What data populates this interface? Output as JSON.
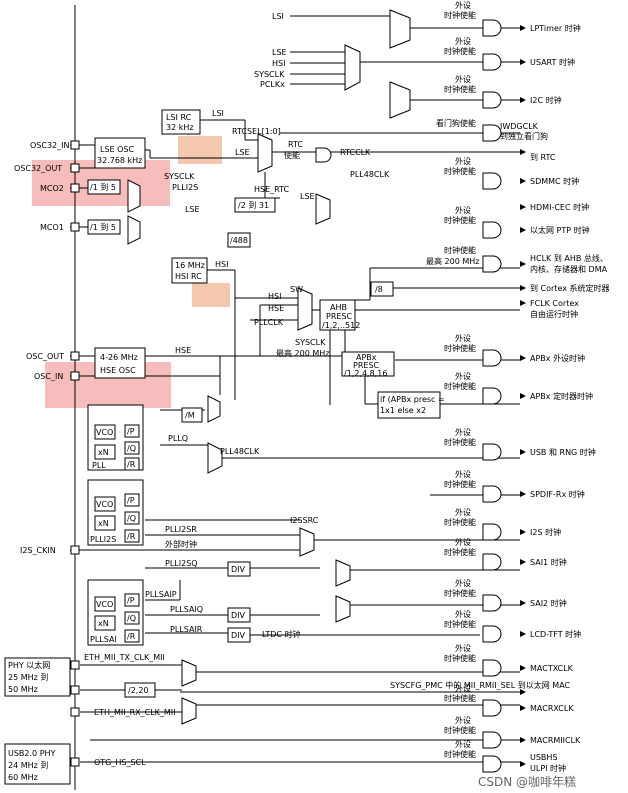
{
  "pins": {
    "osc32_in": "OSC32_IN",
    "osc32_out": "OSC32_OUT",
    "mco2": "MCO2",
    "mco1": "MCO1",
    "osc_out": "OSC_OUT",
    "osc_in": "OSC_IN",
    "i2s_ckin": "I2S_CKIN"
  },
  "blocks": {
    "lsi_rc_1": "LSI RC",
    "lsi_rc_2": "32 kHz",
    "lse_osc_1": "LSE OSC",
    "lse_osc_2": "32.768 kHz",
    "div_mco2": "/1 到 5",
    "div_mco1": "/1 到 5",
    "hsi_rc_1": "16 MHz",
    "hsi_rc_2": "HSI RC",
    "hse_osc_1": "4-26 MHz",
    "hse_osc_2": "HSE OSC",
    "div_2_31": "/2 到 31",
    "div_488": "/488",
    "div_m": "/M",
    "div_8": "/8",
    "ahb_1": "AHB",
    "ahb_2": "PRESC",
    "ahb_3": "/1,2,..512",
    "apb_1": "APBx",
    "apb_2": "PRESC",
    "apb_3": "/1,2,4,8,16",
    "apb_if_1": "if (APBx presc =",
    "apb_if_2": "1x1 else x2",
    "pll_vco": "VCO",
    "pll_xn": "xN",
    "pll_p": "/P",
    "pll_q": "/Q",
    "pll_r": "/R",
    "pll_name": "PLL",
    "plli2s_name": "PLLI2S",
    "pllsai_name": "PLLSAI",
    "div_i2sq": "DIV",
    "div_saiq": "DIV",
    "div_sair": "DIV",
    "div_2_20": "/2,20",
    "phy_1": "PHY 以太网",
    "phy_2": "25 MHz 到",
    "phy_3": "50 MHz",
    "usb_phy_1": "USB2.0 PHY",
    "usb_phy_2": "24 MHz 到",
    "usb_phy_3": "60 MHz"
  },
  "signals": {
    "lsi_top": "LSI",
    "lse_top": "LSE",
    "hsi_top": "HSI",
    "sysclk_top": "SYSCLK",
    "pclkx": "PCLKx",
    "lsi": "LSI",
    "rtcsel": "RTCSEL[1:0]",
    "lse": "LSE",
    "hse_rtc": "HSE_RTC",
    "sysclk": "SYSCLK",
    "plli2s": "PLLI2S",
    "lse_b": "LSE",
    "pll48clk_top": "PLL48CLK",
    "lse_c": "LSE",
    "hsi": "HSI",
    "hsi_sw": "HSI",
    "hse_sw": "HSE",
    "pllclk": "PLLCLK",
    "sw": "SW",
    "hse": "HSE",
    "sysclk_b": "SYSCLK",
    "sysclk_max": "最高 200 MHz",
    "pllq": "PLLQ",
    "pll48clk": "PLL48CLK",
    "plli2sr": "PLLI2SR",
    "ext_clk": "外部时钟",
    "i2ssrc": "I2SSRC",
    "plli2sq": "PLLI2SQ",
    "pllsaip": "PLLSAIP",
    "pllsaiq": "PLLSAIQ",
    "pllsair": "PLLSAIR",
    "ltdc_clk": "LTDC 时钟",
    "eth_tx": "ETH_MII_TX_CLK_MII",
    "eth_rx": "ETH_MII_RX_CLK_MII",
    "syscfg": "SYSCFG_PMC 中的 MII_RMII_SEL 到以太网 MAC",
    "otg_hs": "OTG_HS_SCL",
    "rtc_en": "RTC",
    "rtc_en2": "使能",
    "wdg_en": "看门狗使能",
    "ahb_en": "时钟使能",
    "ahb_max": "最高 200 MHz"
  },
  "gate_label_1": "外设",
  "gate_label_2": "时钟使能",
  "outputs": {
    "lptimer": "LPTimer 时钟",
    "usart": "USART 时钟",
    "i2c": "I2C 时钟",
    "iwdgclk": "IWDGCLK",
    "iwdg_desc": "到独立看门狗",
    "rtcclk": "RTCCLK",
    "to_rtc": "到 RTC",
    "sdmmc": "SDMMC 时钟",
    "hdmi": "HDMI-CEC 时钟",
    "ptp": "以太网 PTP 时钟",
    "hclk_1": "HCLK 到 AHB 总线、",
    "hclk_2": "内核、存储器和 DMA",
    "cortex_timer": "到 Cortex 系统定时器",
    "fclk_1": "FCLK Cortex",
    "fclk_2": "自由运行时钟",
    "apbx_periph": "APBx 外设时钟",
    "apbx_timer": "APBx 定时器时钟",
    "usb_rng": "USB 和 RNG 时钟",
    "spdif": "SPDIF-Rx 时钟",
    "i2s": "I2S 时钟",
    "sai1": "SAI1 时钟",
    "sai2": "SAI2 时钟",
    "lcd": "LCD-TFT 时钟",
    "mactx": "MACTXCLK",
    "macrx": "MACRXCLK",
    "macrmii": "MACRMIICLK",
    "usbhs_1": "USBHS",
    "usbhs_2": "ULPI 时钟"
  },
  "watermark": "CSDN @咖啡年糕"
}
